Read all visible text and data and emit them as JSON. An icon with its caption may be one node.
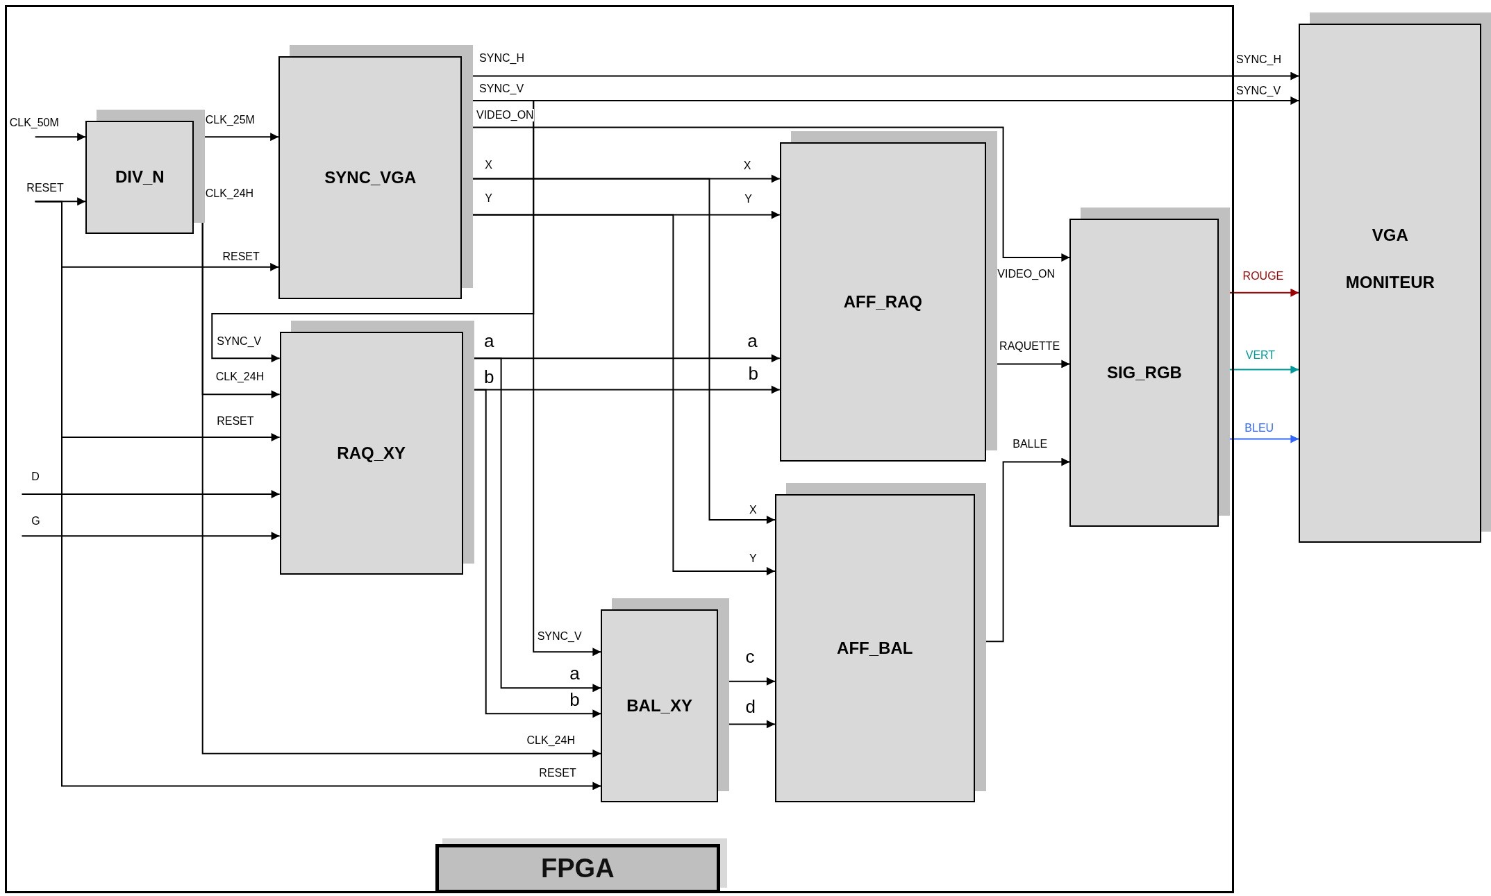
{
  "diagram": {
    "nodes": [
      {
        "text": [
          "FPGA"
        ]
      },
      {
        "text": [
          "DIV_N"
        ],
        "in": 0
      },
      {
        "text": [
          "SYNC_VGA"
        ],
        "in": 0
      },
      {
        "text": [
          "RAQ_XY"
        ],
        "in": 0
      },
      {
        "text": [
          "AFF_RAQ"
        ],
        "in": 0
      },
      {
        "text": [
          "SIG_RGB"
        ],
        "in": 0
      },
      {
        "text": [
          "AFF_BAL"
        ],
        "in": 0
      },
      {
        "text": [
          "BAL_XY"
        ],
        "in": 0
      },
      {
        "text": [
          "VGA",
          "MONITEUR"
        ]
      }
    ],
    "edges": [
      {
        "from": null,
        "to": 1,
        "arrow": "to",
        "label": "CLK_50M"
      },
      {
        "from": null,
        "to": 1,
        "arrow": "to",
        "label": "RESET"
      },
      {
        "from": null,
        "to": 2,
        "arrow": "to",
        "label": "RESET"
      },
      {
        "from": null,
        "to": 3,
        "arrow": "to",
        "label": "RESET"
      },
      {
        "from": null,
        "to": 7,
        "arrow": "to",
        "label": "RESET"
      },
      {
        "from": 1,
        "to": 2,
        "arrow": "to",
        "label": "CLK_25M"
      },
      {
        "from": 1,
        "to": 3,
        "arrow": "to",
        "label": "CLK_24H"
      },
      {
        "from": 1,
        "to": 7,
        "arrow": "to",
        "label": "CLK_24H"
      },
      {
        "from": 2,
        "to": 8,
        "arrow": "to",
        "label": "SYNC_H"
      },
      {
        "from": 2,
        "to": 8,
        "arrow": "to",
        "label": "SYNC_V"
      },
      {
        "from": 2,
        "to": 3,
        "arrow": "to",
        "label": "SYNC_V"
      },
      {
        "from": 2,
        "to": 7,
        "arrow": "to",
        "label": "SYNC_V"
      },
      {
        "from": 2,
        "to": 5,
        "arrow": "to",
        "label": "VIDEO_ON"
      },
      {
        "from": 2,
        "to": 4,
        "arrow": "to",
        "label": "X"
      },
      {
        "from": 2,
        "to": 6,
        "arrow": "to",
        "label": "X"
      },
      {
        "from": 2,
        "to": 4,
        "arrow": "to",
        "label": "Y"
      },
      {
        "from": 2,
        "to": 6,
        "arrow": "to",
        "label": "Y"
      },
      {
        "from": 3,
        "to": 4,
        "arrow": "to",
        "label": "a"
      },
      {
        "from": 3,
        "to": 7,
        "arrow": "to",
        "label": "a"
      },
      {
        "from": 3,
        "to": 4,
        "arrow": "to",
        "label": "b"
      },
      {
        "from": 3,
        "to": 7,
        "arrow": "to",
        "label": "b"
      },
      {
        "from": null,
        "to": 3,
        "arrow": "to",
        "label": "D"
      },
      {
        "from": null,
        "to": 3,
        "arrow": "to",
        "label": "G"
      },
      {
        "from": 4,
        "to": 5,
        "arrow": "to",
        "label": "RAQUETTE"
      },
      {
        "from": 6,
        "to": 5,
        "arrow": "to",
        "label": "BALLE"
      },
      {
        "from": 7,
        "to": 6,
        "arrow": "to",
        "label": "c"
      },
      {
        "from": 7,
        "to": 6,
        "arrow": "to",
        "label": "d"
      },
      {
        "from": 5,
        "to": 8,
        "arrow": "to",
        "label": "ROUGE",
        "color": "#990000"
      },
      {
        "from": 5,
        "to": 8,
        "arrow": "to",
        "label": "VERT",
        "color": "#009999"
      },
      {
        "from": 5,
        "to": 8,
        "arrow": "to",
        "label": "BLEU",
        "color": "#3366ff"
      }
    ],
    "labels": [
      "SYNC_H",
      "SYNC_V",
      "VIDEO_ON",
      "CLK_24H",
      "X",
      "Y",
      "a",
      "b"
    ]
  }
}
